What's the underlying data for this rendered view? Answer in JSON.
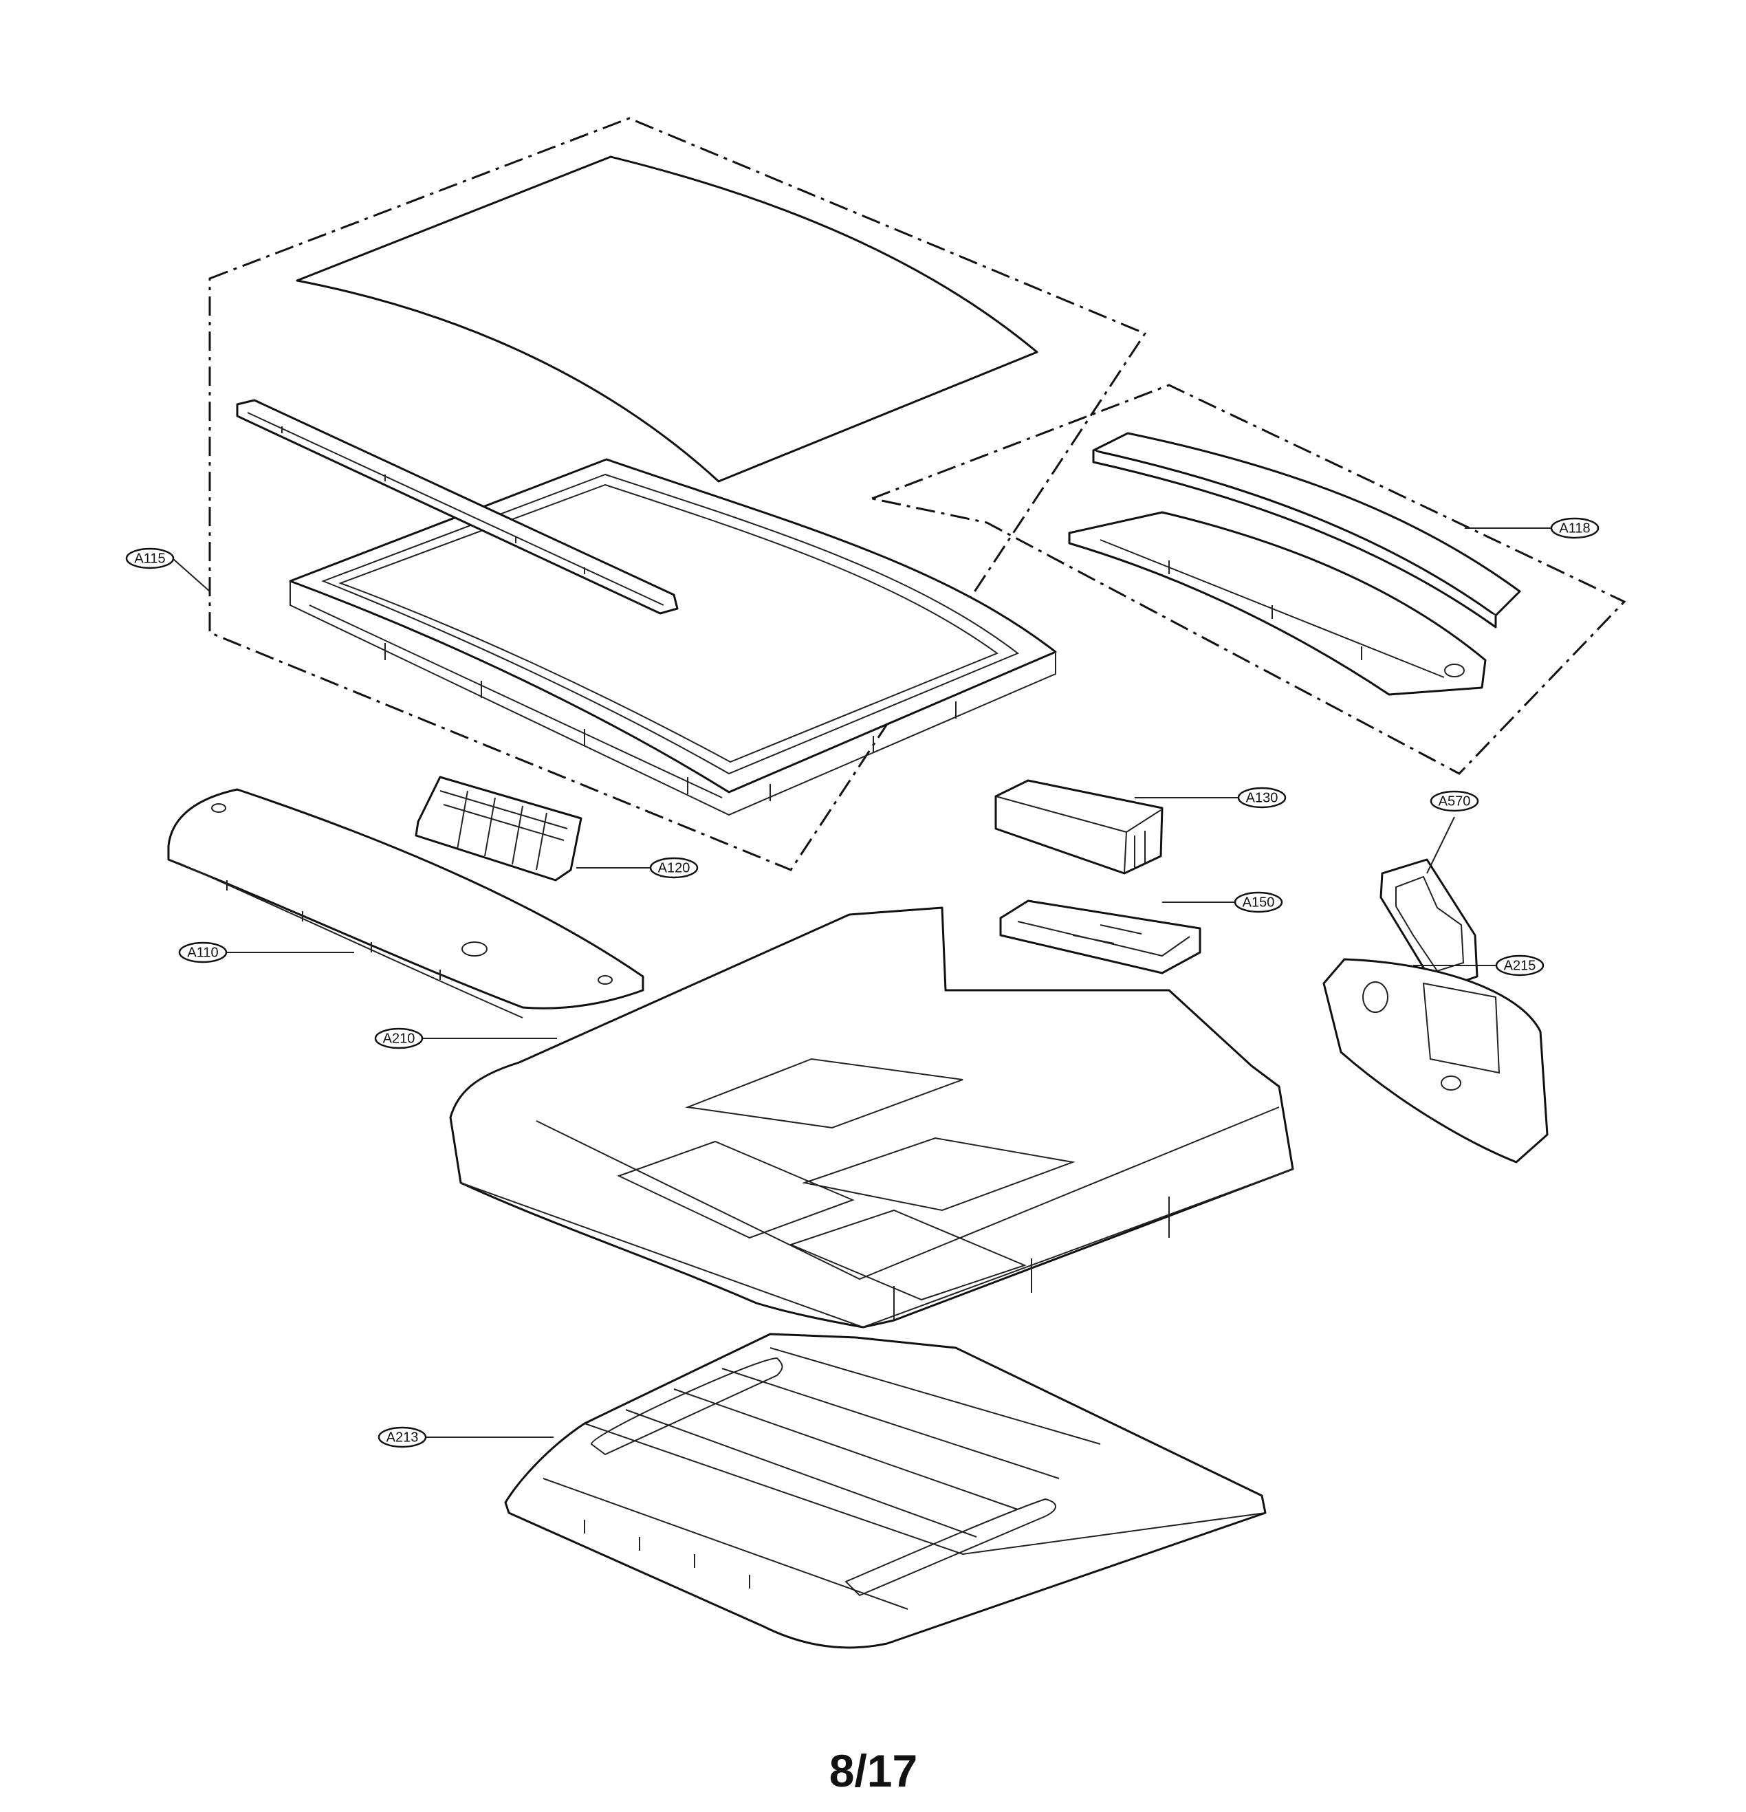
{
  "page_number": "8/17",
  "callouts": [
    {
      "id": "a115",
      "label": "A115"
    },
    {
      "id": "a118",
      "label": "A118"
    },
    {
      "id": "a130",
      "label": "A130"
    },
    {
      "id": "a570",
      "label": "A570"
    },
    {
      "id": "a120",
      "label": "A120"
    },
    {
      "id": "a150",
      "label": "A150"
    },
    {
      "id": "a110",
      "label": "A110"
    },
    {
      "id": "a215",
      "label": "A215"
    },
    {
      "id": "a210",
      "label": "A210"
    },
    {
      "id": "a213",
      "label": "A213"
    }
  ]
}
